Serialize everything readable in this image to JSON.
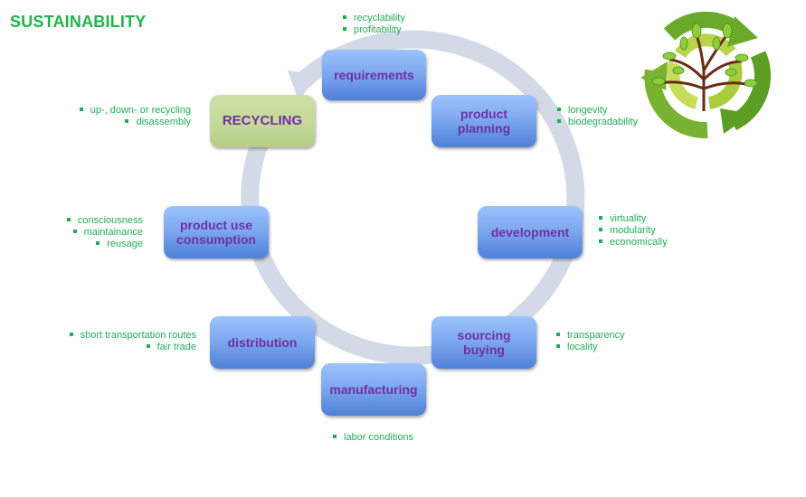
{
  "title": "SUSTAINABILITY",
  "logo_icon": "recycle-tree-icon",
  "colors": {
    "title": "#1fb44c",
    "bullet_text": "#1fae55",
    "node_text": "#7030a0",
    "node_blue": "#7fa9f0",
    "node_green": "#c3d898",
    "ring": "#d3d9e6"
  },
  "cycle": [
    {
      "id": "requirements",
      "label": "requirements",
      "style": "blue",
      "bullets": [
        "recyclability",
        "profitability"
      ]
    },
    {
      "id": "product-planning",
      "label": "product planning",
      "style": "blue",
      "bullets": [
        "longevity",
        "biodegradability"
      ]
    },
    {
      "id": "development",
      "label": "development",
      "style": "blue",
      "bullets": [
        "virtuality",
        "modularity",
        "economically"
      ]
    },
    {
      "id": "sourcing-buying",
      "label": "sourcing buying",
      "style": "blue",
      "bullets": [
        "transparency",
        "locality"
      ]
    },
    {
      "id": "manufacturing",
      "label": "manufacturing",
      "style": "blue",
      "bullets": [
        "labor conditions"
      ]
    },
    {
      "id": "distribution",
      "label": "distribution",
      "style": "blue",
      "bullets": [
        "short transportation routes",
        "fair trade"
      ]
    },
    {
      "id": "product-use-consumption",
      "label": "product use consumption",
      "style": "blue",
      "bullets": [
        "consciousness",
        "maintainance",
        "reusage"
      ]
    },
    {
      "id": "recycling",
      "label": "RECYCLING",
      "style": "green",
      "bullets": [
        "up-, down- or recycling",
        "disassembly"
      ]
    }
  ]
}
